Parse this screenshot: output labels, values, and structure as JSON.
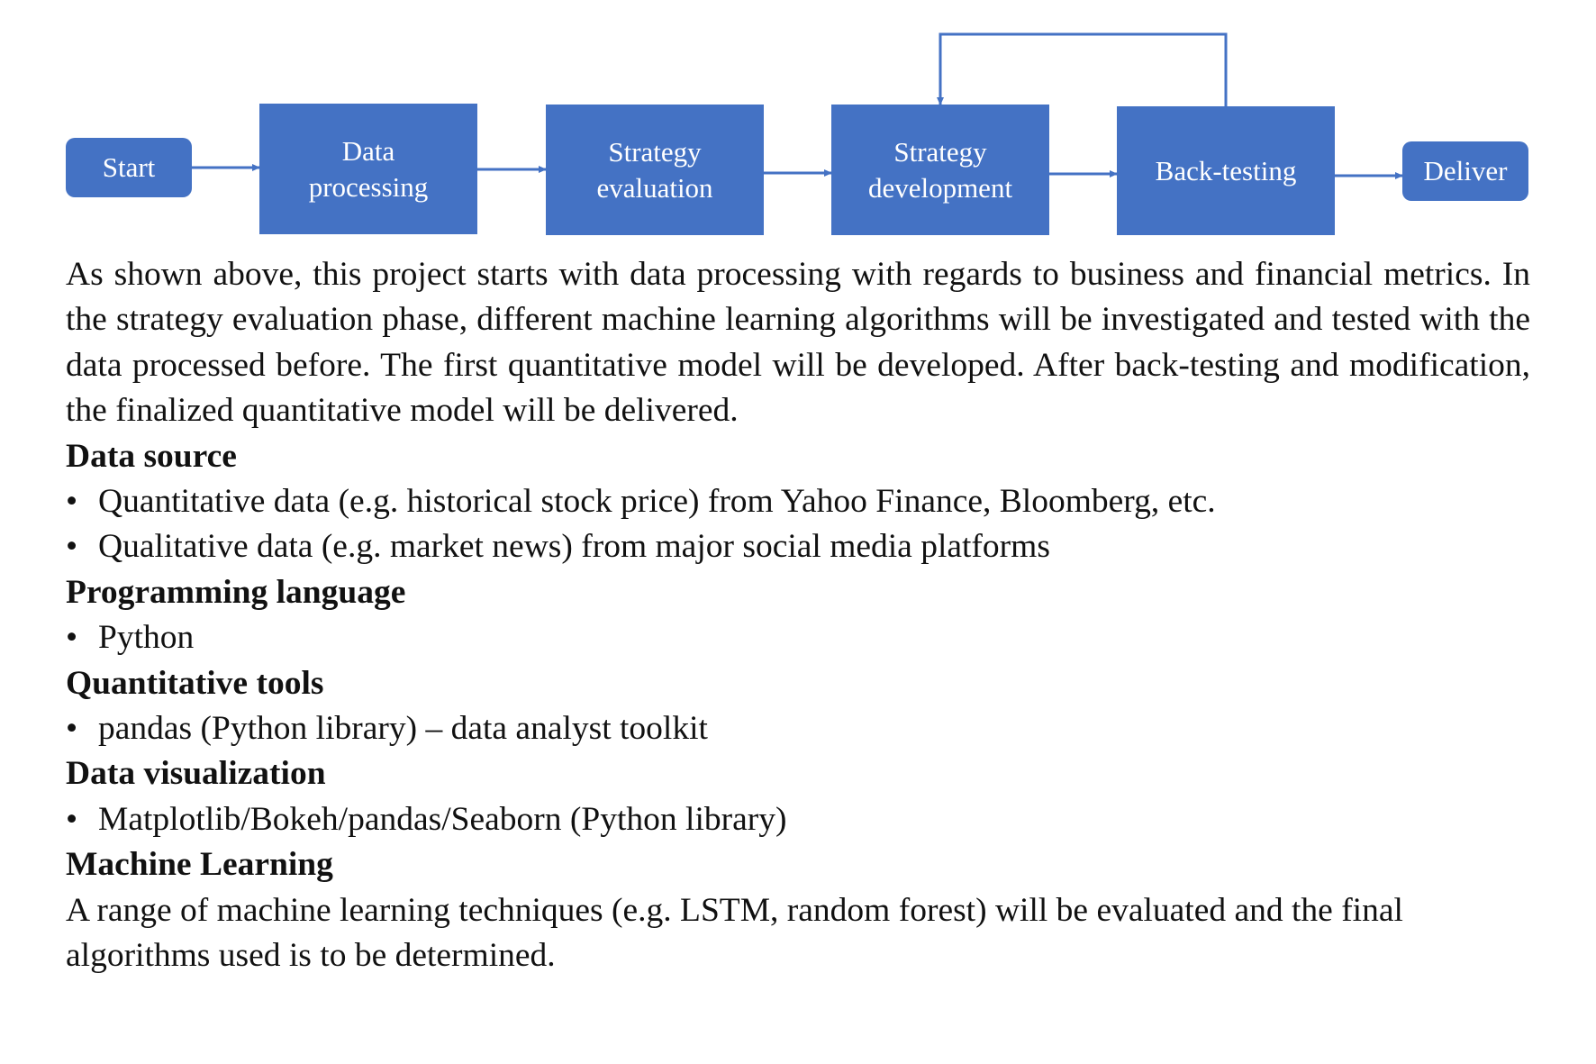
{
  "flowchart": {
    "nodes": [
      {
        "lines": [
          "Start"
        ]
      },
      {
        "lines": [
          "Data",
          "processing"
        ]
      },
      {
        "lines": [
          "Strategy",
          "evaluation"
        ]
      },
      {
        "lines": [
          "Strategy",
          "development"
        ]
      },
      {
        "lines": [
          "Back-testing"
        ]
      },
      {
        "lines": [
          "Deliver"
        ]
      }
    ],
    "colors": {
      "node_fill": "#4472c4",
      "node_text": "#ffffff",
      "connector": "#4472c4"
    }
  },
  "intro_paragraph": "As shown above, this project starts with data processing with regards to business and financial metrics. In the strategy evaluation phase, different machine learning algorithms will be investigated and tested with the data processed before. The first quantitative model will be developed. After back-testing and modification, the finalized quantitative model will be delivered.",
  "sections": {
    "data_source": {
      "heading": "Data source",
      "items": [
        "Quantitative data (e.g. historical stock price) from Yahoo Finance, Bloomberg, etc.",
        "Qualitative data (e.g. market news) from major social media platforms"
      ]
    },
    "programming_language": {
      "heading": "Programming language",
      "items": [
        "Python"
      ]
    },
    "quantitative_tools": {
      "heading": "Quantitative tools",
      "items": [
        "pandas (Python library) – data analyst toolkit"
      ]
    },
    "data_visualization": {
      "heading": "Data visualization",
      "items": [
        "Matplotlib/Bokeh/pandas/Seaborn (Python library)"
      ]
    },
    "machine_learning": {
      "heading": "Machine Learning",
      "text": "A range of  machine learning techniques (e.g. LSTM, random forest) will be evaluated and the final algorithms used is to be determined."
    }
  },
  "bullet_symbol": "•"
}
